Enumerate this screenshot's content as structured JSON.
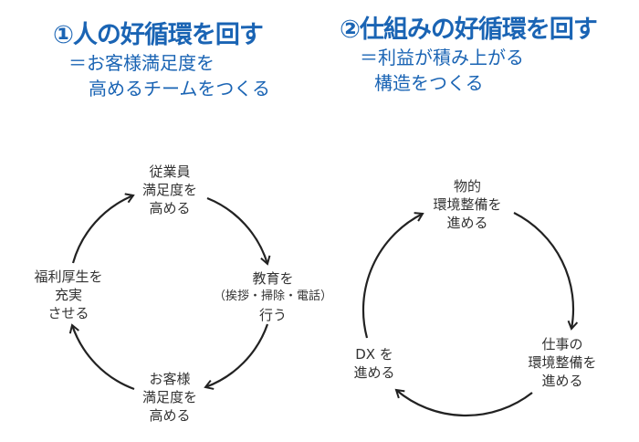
{
  "left": {
    "title": "①人の好循環を回す",
    "subtitle_line1": "＝お客様満足度を",
    "subtitle_line2": "高めるチームをつくる",
    "nodes": [
      {
        "lines": [
          "従業員",
          "満足度を",
          "高める"
        ]
      },
      {
        "lines": [
          "教育を",
          "（挨拶・掃除・電話）",
          "行う"
        ]
      },
      {
        "lines": [
          "お客様",
          "満足度を",
          "高める"
        ]
      },
      {
        "lines": [
          "福利厚生を",
          "充実",
          "させる"
        ]
      }
    ]
  },
  "right": {
    "title": "②仕組みの好循環を回す",
    "subtitle_line1": "＝利益が積み上がる",
    "subtitle_line2": "構造をつくる",
    "nodes": [
      {
        "lines": [
          "物的",
          "環境整備を",
          "進める"
        ]
      },
      {
        "lines": [
          "仕事の",
          "環境整備を",
          "進める"
        ]
      },
      {
        "lines": [
          "DX を",
          "進める"
        ]
      }
    ]
  },
  "colors": {
    "accent": "#1a64b4",
    "text": "#333333",
    "arrow": "#222222"
  }
}
